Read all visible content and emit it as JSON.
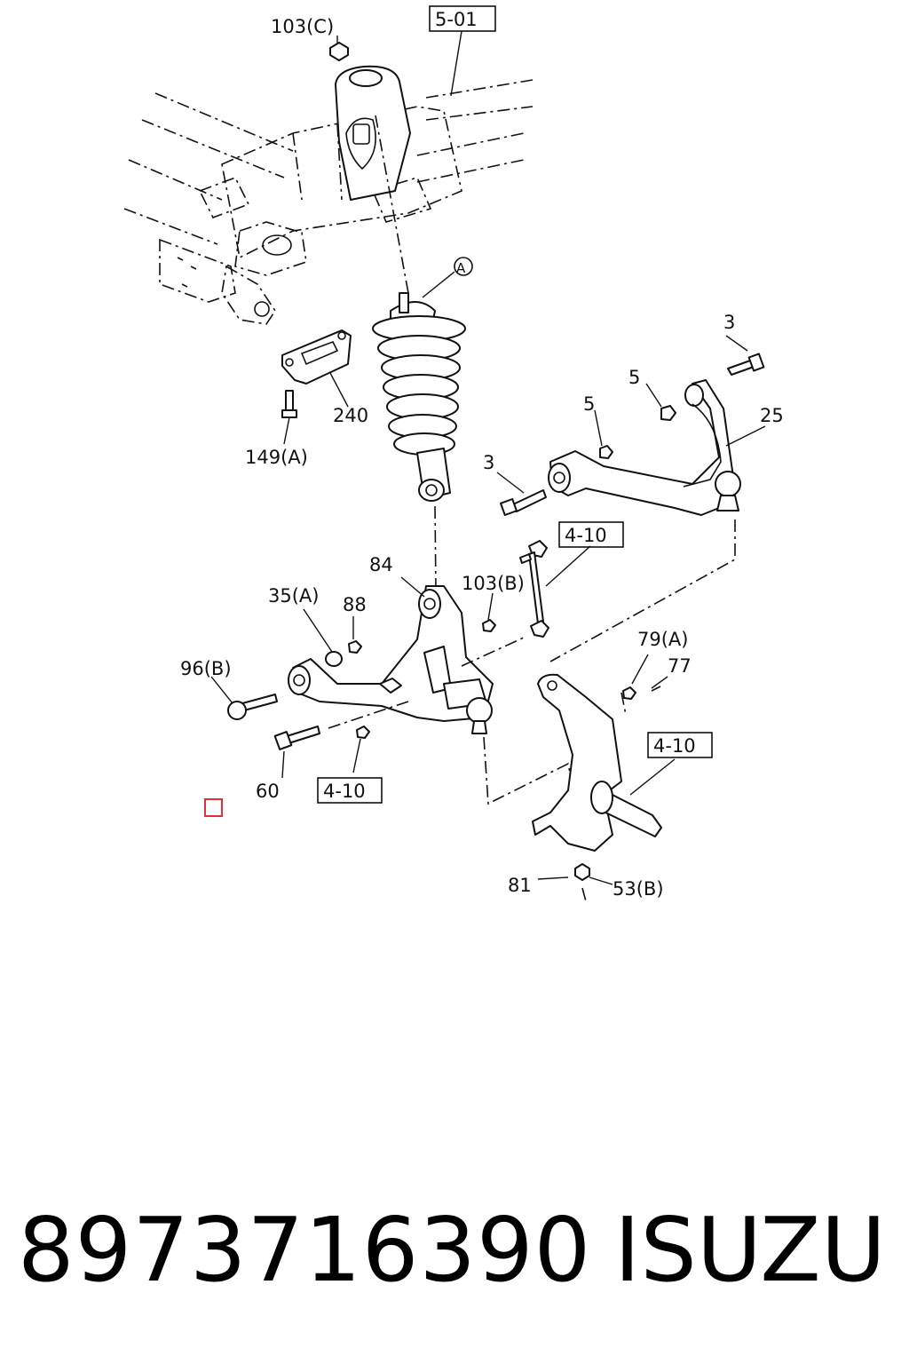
{
  "callouts": {
    "c103c": "103(C)",
    "c501": "5-01",
    "cA": "A",
    "c240": "240",
    "c149a": "149(A)",
    "c3top": "3",
    "c5a": "5",
    "c5b": "5",
    "c25": "25",
    "c3left": "3",
    "c410a": "4-10",
    "c84": "84",
    "c103b": "103(B)",
    "c35a": "35(A)",
    "c88": "88",
    "c96b": "96(B)",
    "c79a": "79(A)",
    "c77": "77",
    "c410b": "4-10",
    "c60": "60",
    "c410c": "4-10",
    "c81": "81",
    "c53b": "53(B)"
  },
  "footer": {
    "part_number": "8973716390",
    "brand": "ISUZU"
  },
  "colors": {
    "marker": "#e0303a",
    "ink": "#111111"
  }
}
